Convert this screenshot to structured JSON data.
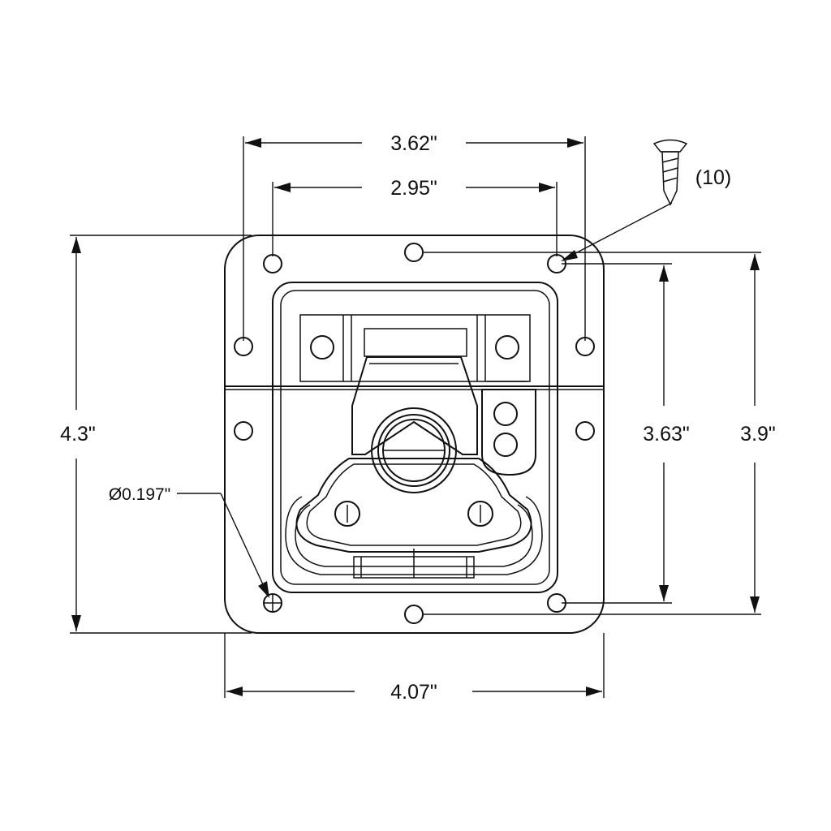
{
  "dimensions": {
    "overall_width": "4.07\"",
    "overall_height": "4.3\"",
    "outer_hole_spacing": "3.62\"",
    "inner_hole_spacing": "2.95\"",
    "hole_vertical_spacing_inner": "3.63\"",
    "hole_vertical_spacing_outer": "3.9\"",
    "hole_diameter": "Ø0.197\"",
    "screw_quantity": "(10)"
  },
  "colors": {
    "line": "#111111",
    "background": "#ffffff"
  }
}
